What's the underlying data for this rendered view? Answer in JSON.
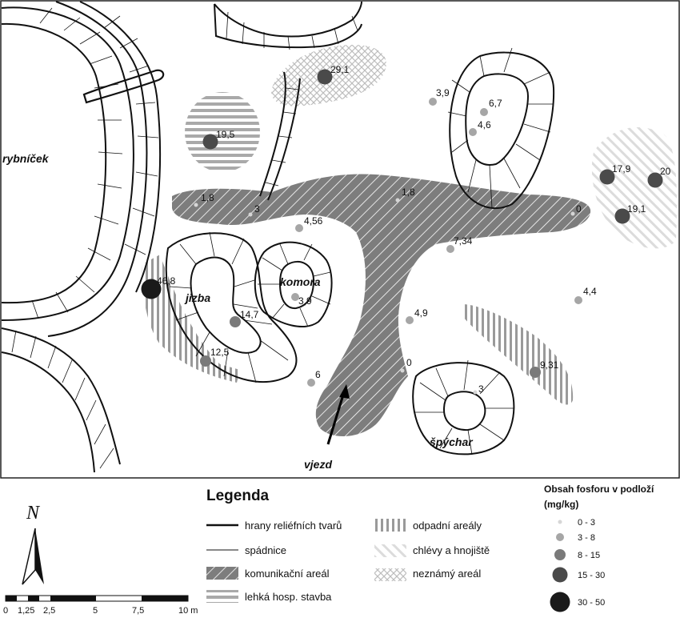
{
  "map": {
    "place_labels": {
      "pond": "rybníček",
      "jizba": "jizba",
      "komora": "komora",
      "spychar": "špýchar",
      "entrance": "vjezd"
    },
    "samples": [
      {
        "id": "s1",
        "value": "29,1",
        "cls": 3
      },
      {
        "id": "s2",
        "value": "19,5",
        "cls": 3
      },
      {
        "id": "s3",
        "value": "3,9",
        "cls": 1
      },
      {
        "id": "s4",
        "value": "6,7",
        "cls": 1
      },
      {
        "id": "s5",
        "value": "4,6",
        "cls": 1
      },
      {
        "id": "s6",
        "value": "17,9",
        "cls": 3
      },
      {
        "id": "s7",
        "value": "20",
        "cls": 3
      },
      {
        "id": "s8",
        "value": "19,1",
        "cls": 3
      },
      {
        "id": "s9",
        "value": "1,8",
        "cls": 0
      },
      {
        "id": "s10",
        "value": "3",
        "cls": 0
      },
      {
        "id": "s11",
        "value": "1,8",
        "cls": 0
      },
      {
        "id": "s12",
        "value": "0",
        "cls": 0
      },
      {
        "id": "s13",
        "value": "4,56",
        "cls": 1
      },
      {
        "id": "s14",
        "value": "7,34",
        "cls": 1
      },
      {
        "id": "s15",
        "value": "46,8",
        "cls": 4
      },
      {
        "id": "s16",
        "value": "3,9",
        "cls": 1
      },
      {
        "id": "s17",
        "value": "14,7",
        "cls": 2
      },
      {
        "id": "s18",
        "value": "4,4",
        "cls": 1
      },
      {
        "id": "s19",
        "value": "4,9",
        "cls": 1
      },
      {
        "id": "s20",
        "value": "12,5",
        "cls": 2
      },
      {
        "id": "s21",
        "value": "0",
        "cls": 0
      },
      {
        "id": "s22",
        "value": "6",
        "cls": 1
      },
      {
        "id": "s23",
        "value": "9,31",
        "cls": 2
      },
      {
        "id": "s24",
        "value": "3",
        "cls": 0
      }
    ]
  },
  "north_arrow": {
    "label": "N"
  },
  "legend": {
    "title": "Legenda",
    "items": {
      "relief_edges": "hrany reliéfních tvarů",
      "slopes": "spádnice",
      "communication": "komunikační areál",
      "light_building": "lehká hosp. stavba",
      "waste": "odpadní areály",
      "stables": "chlévy a hnojiště",
      "unknown": "neznámý areál"
    }
  },
  "phosphorus": {
    "title_line1": "Obsah fosforu v podloží",
    "title_line2": "(mg/kg)",
    "classes": [
      "0 - 3",
      "3 - 8",
      "8 - 15",
      "15 - 30",
      "30 - 50"
    ]
  },
  "scale": {
    "ticks": [
      "0",
      "1,25",
      "2,5",
      "5",
      "7,5",
      "10 m"
    ]
  },
  "colors": {
    "dot_classes": [
      "#d6d6d6",
      "#a6a6a6",
      "#7a7a7a",
      "#4a4a4a",
      "#1a1a1a"
    ],
    "communication_fill": "#7d7d7d",
    "hatch_light": "#d9d9d9"
  }
}
